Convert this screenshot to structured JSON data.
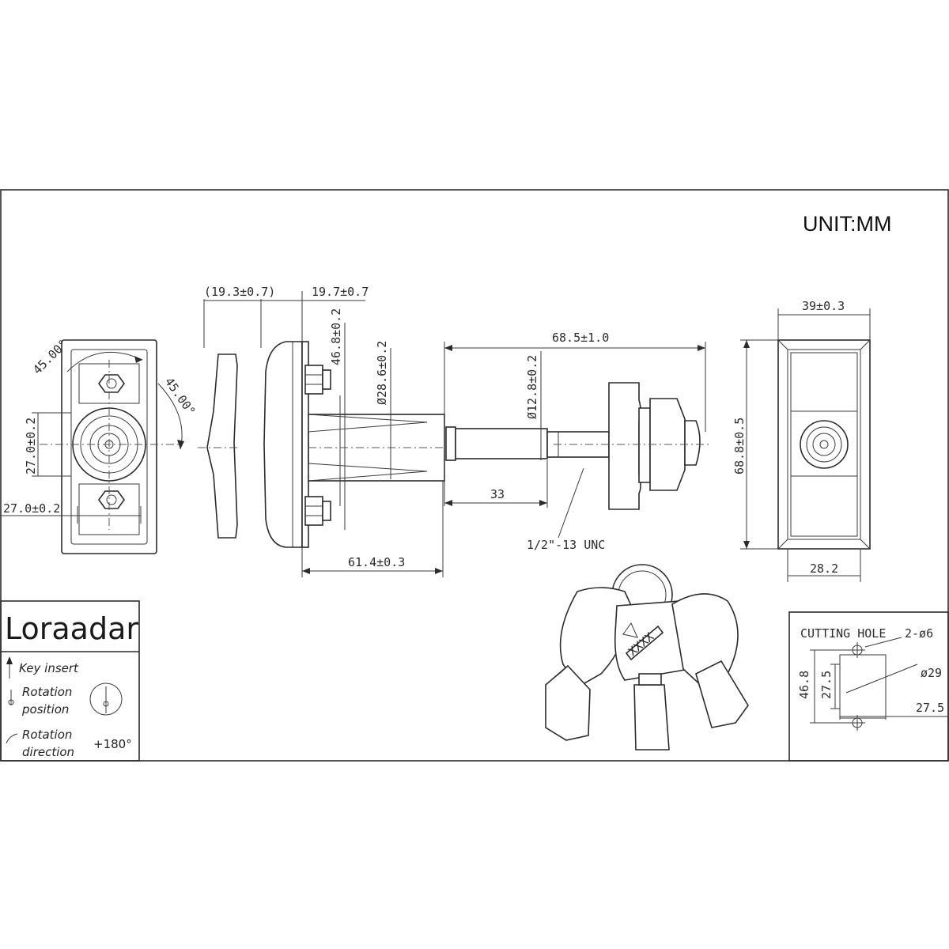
{
  "unit_label": "UNIT:MM",
  "side_view": {
    "dim_top_left": "(19.3±0.7)",
    "dim_top_right": "19.7±0.7",
    "dim_vert_1": "46.8±0.2",
    "dim_vert_2": "Ø28.6±0.2",
    "dim_bottom": "61.4±0.3"
  },
  "front_view": {
    "angle_left": "45.00°",
    "angle_right": "45.00°",
    "dim_vertical": "27.0±0.2",
    "dim_horizontal": "27.0±0.2"
  },
  "shaft_view": {
    "dim_overall": "68.5±1.0",
    "dim_diameter": "Ø12.8±0.2",
    "dim_length": "33",
    "thread_label": "1/2\"-13 UNC"
  },
  "back_view": {
    "dim_width": "39±0.3",
    "dim_height": "68.8±0.5",
    "dim_inner": "28.2"
  },
  "keys": {
    "tag_text": "XXXX"
  },
  "cutting_hole": {
    "title": "CUTTING HOLE",
    "holes": "2-ø6",
    "dim_height_outer": "46.8",
    "dim_height_inner": "27.5",
    "dim_width": "27.5",
    "dim_diameter": "ø29"
  },
  "legend": {
    "brand": "Loraadar",
    "key_insert": "Key insert",
    "rotation_position_1": "Rotation",
    "rotation_position_2": "position",
    "rotation_direction_1": "Rotation",
    "rotation_direction_2": "direction",
    "rotation_value": "+180°"
  }
}
